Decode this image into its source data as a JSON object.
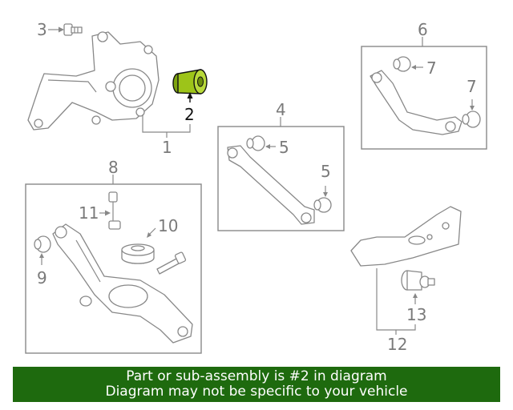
{
  "callouts": {
    "c1": "1",
    "c2": "2",
    "c3": "3",
    "c4": "4",
    "c5a": "5",
    "c5b": "5",
    "c6": "6",
    "c7a": "7",
    "c7b": "7",
    "c8": "8",
    "c9": "9",
    "c10": "10",
    "c11": "11",
    "c12": "12",
    "c13": "13"
  },
  "highlight": {
    "part_number": "2",
    "color": "#9dc419"
  },
  "banner": {
    "line1": "Part or sub-assembly is #2 in diagram",
    "line2": "Diagram may not be specific to your vehicle",
    "background": "#1e6a0e"
  }
}
